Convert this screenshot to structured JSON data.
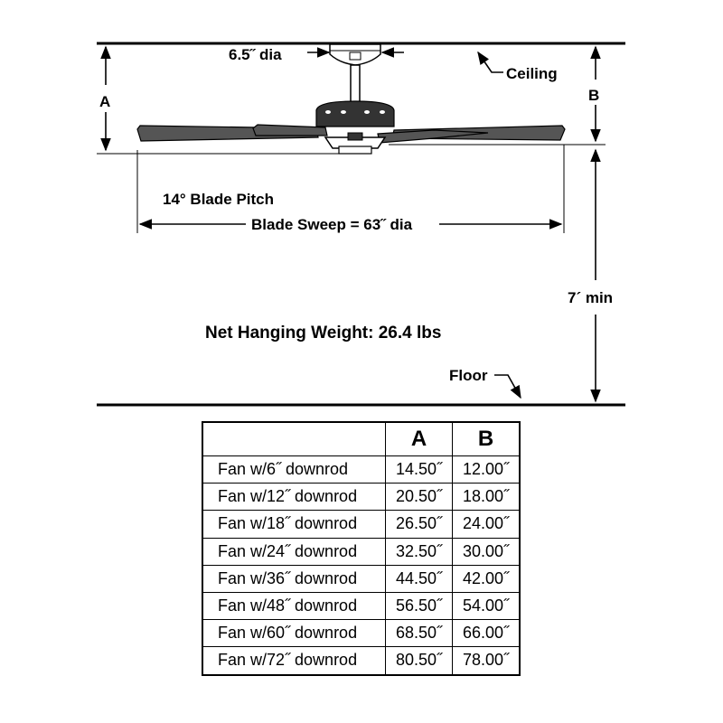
{
  "diagram": {
    "labels": {
      "canopy_dia": "6.5˝ dia",
      "ceiling": "Ceiling",
      "dim_a": "A",
      "dim_b": "B",
      "blade_pitch": "14° Blade Pitch",
      "blade_sweep": "Blade Sweep = 63˝ dia",
      "min_height": "7´ min",
      "net_weight": "Net Hanging Weight: 26.4 lbs",
      "floor": "Floor"
    }
  },
  "table": {
    "headers": [
      "",
      "A",
      "B"
    ],
    "rows": [
      {
        "name": "Fan w/6˝ downrod",
        "a": "14.50˝",
        "b": "12.00˝"
      },
      {
        "name": "Fan w/12˝ downrod",
        "a": "20.50˝",
        "b": "18.00˝"
      },
      {
        "name": "Fan w/18˝ downrod",
        "a": "26.50˝",
        "b": "24.00˝"
      },
      {
        "name": "Fan w/24˝ downrod",
        "a": "32.50˝",
        "b": "30.00˝"
      },
      {
        "name": "Fan w/36˝ downrod",
        "a": "44.50˝",
        "b": "42.00˝"
      },
      {
        "name": "Fan w/48˝ downrod",
        "a": "56.50˝",
        "b": "54.00˝"
      },
      {
        "name": "Fan w/60˝ downrod",
        "a": "68.50˝",
        "b": "66.00˝"
      },
      {
        "name": "Fan w/72˝ downrod",
        "a": "80.50˝",
        "b": "78.00˝"
      }
    ]
  }
}
